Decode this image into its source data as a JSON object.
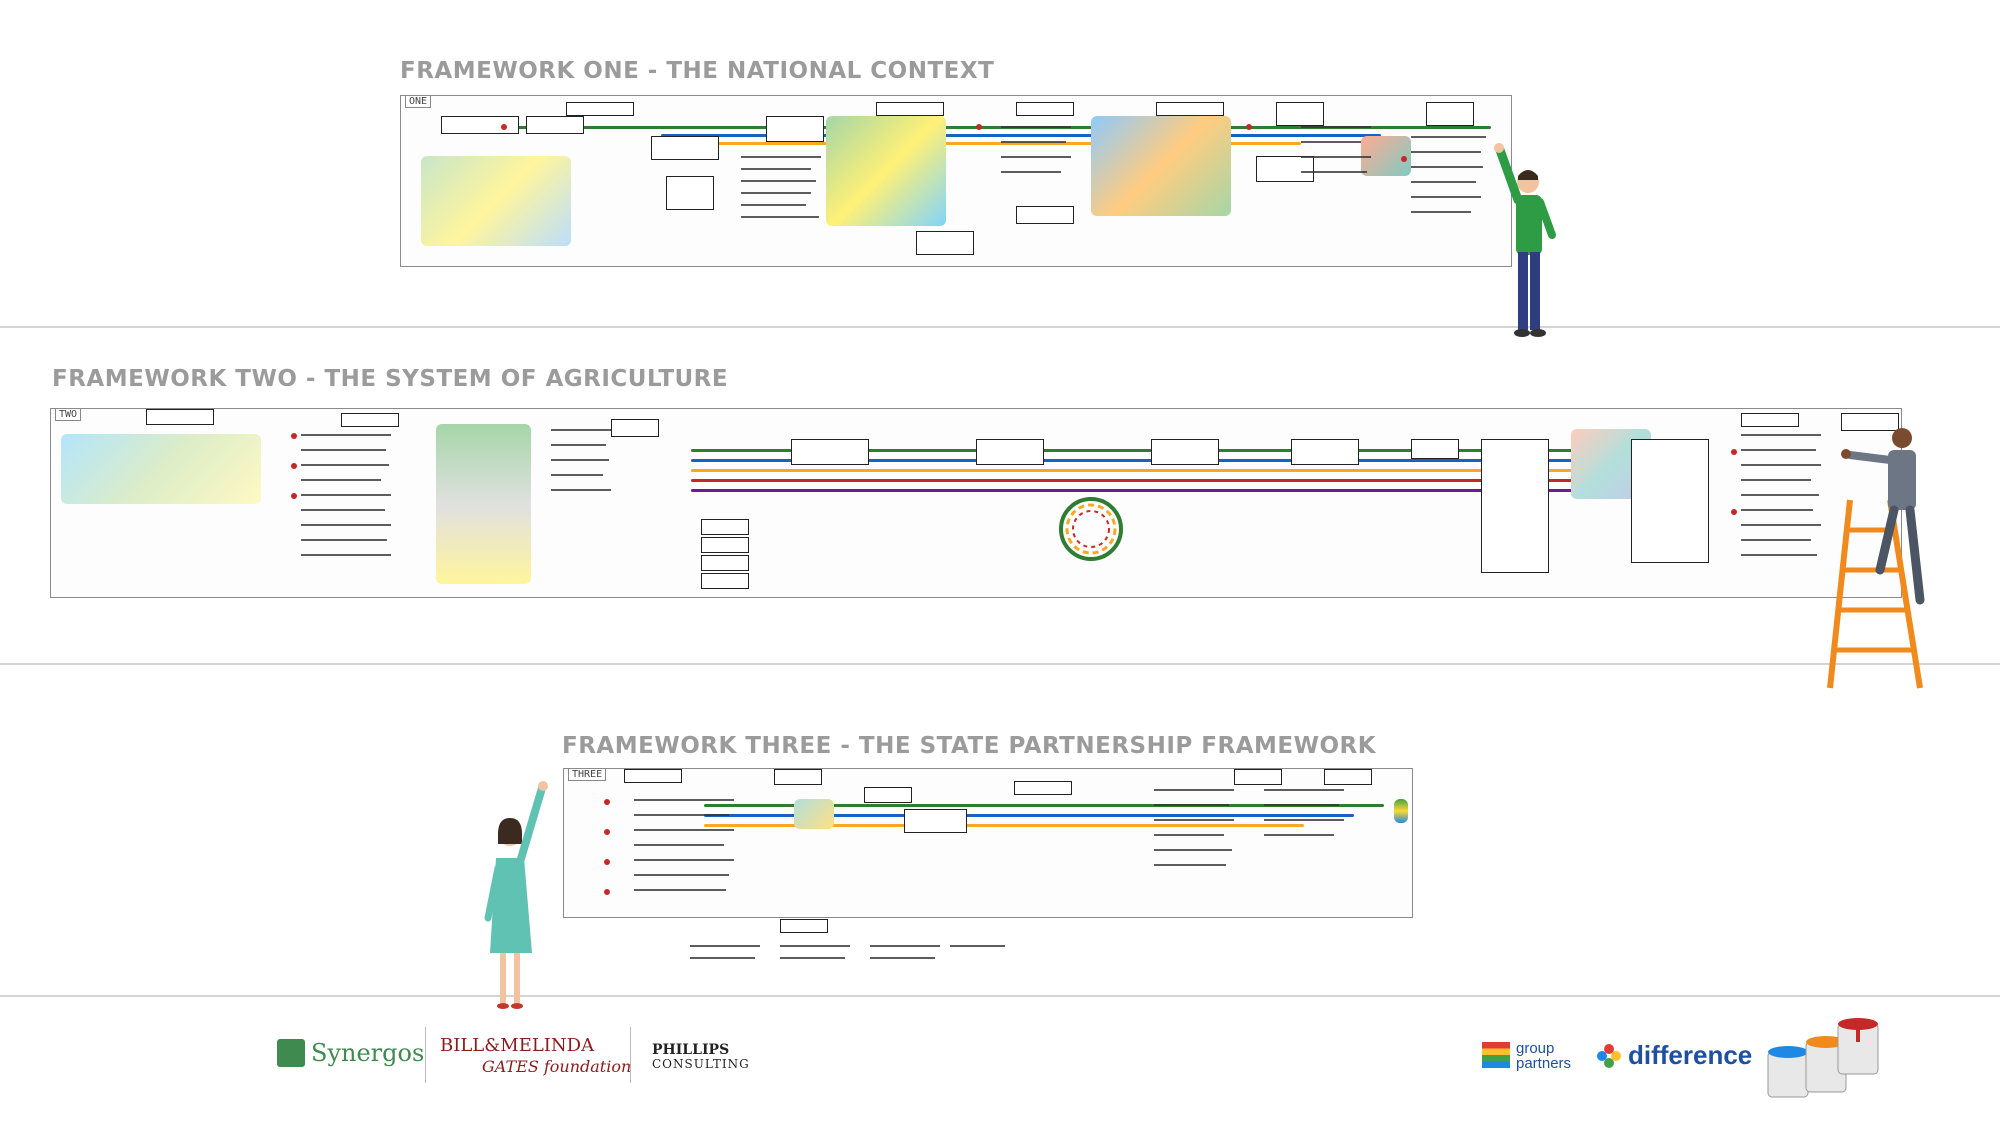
{
  "frameworks": [
    {
      "title": "FRAMEWORK ONE - THE NATIONAL CONTEXT",
      "tag": "ONE"
    },
    {
      "title": "FRAMEWORK TWO - THE SYSTEM OF AGRICULTURE",
      "tag": "TWO"
    },
    {
      "title": "FRAMEWORK THREE - THE STATE PARTNERSHIP FRAMEWORK",
      "tag": "THREE"
    }
  ],
  "logos": {
    "synergos": "Synergos",
    "gates_line1": "BILL&MELINDA",
    "gates_line2": "GATES foundation",
    "phillips_line1": "PHILLIPS",
    "phillips_line2": "CONSULTING",
    "group_line1": "group",
    "group_line2": "partners",
    "difference": "difference"
  },
  "colors": {
    "title_gray": "#9b9b9b",
    "synergos_green": "#3e8a4f",
    "gates_red": "#8a1c1c",
    "difference_blue": "#1f4fa0"
  }
}
